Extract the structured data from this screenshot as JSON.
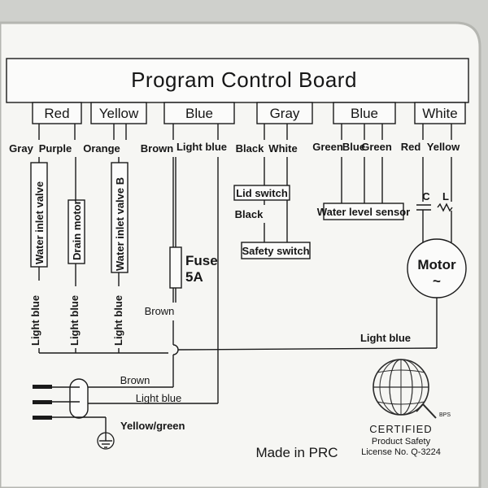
{
  "title": "Program Control Board",
  "terminals": {
    "red": "Red",
    "yellow": "Yellow",
    "blue1": "Blue",
    "gray": "Gray",
    "blue2": "Blue",
    "white": "White"
  },
  "wire_labels": {
    "gray": "Gray",
    "purple": "Purple",
    "orange": "Orange",
    "brown_top": "Brown",
    "light_blue_top": "Light blue",
    "black": "Black",
    "white": "White",
    "green_1": "Green",
    "blue_sensor": "Blue",
    "green_2": "Green",
    "red": "Red",
    "yellow": "Yellow",
    "black_lid": "Black",
    "light_blue_1": "Light blue",
    "light_blue_2": "Light blue",
    "light_blue_3": "Light blue",
    "brown_mid": "Brown",
    "light_blue_bus": "Light blue",
    "brown_bottom": "Brown",
    "light_blue_bottom": "Light blue",
    "yellow_green": "Yellow/green"
  },
  "components": {
    "water_inlet_valve": "Water inlet valve",
    "drain_motor": "Drain motor",
    "water_inlet_valve_b": "Water inlet valve B",
    "fuse": "Fuse",
    "fuse_rating": "5A",
    "lid_switch": "Lid switch",
    "safety_switch": "Safety switch",
    "water_level_sensor": "Water level sensor",
    "capacitor_c": "C",
    "capacitor_l": "L",
    "motor": "Motor",
    "motor_symbol": "~"
  },
  "certification": {
    "mark": "BPS",
    "certified": "CERTIFIED",
    "line1": "Product Safety",
    "line2": "License No. Q-3224"
  },
  "made_in": "Made in PRC"
}
